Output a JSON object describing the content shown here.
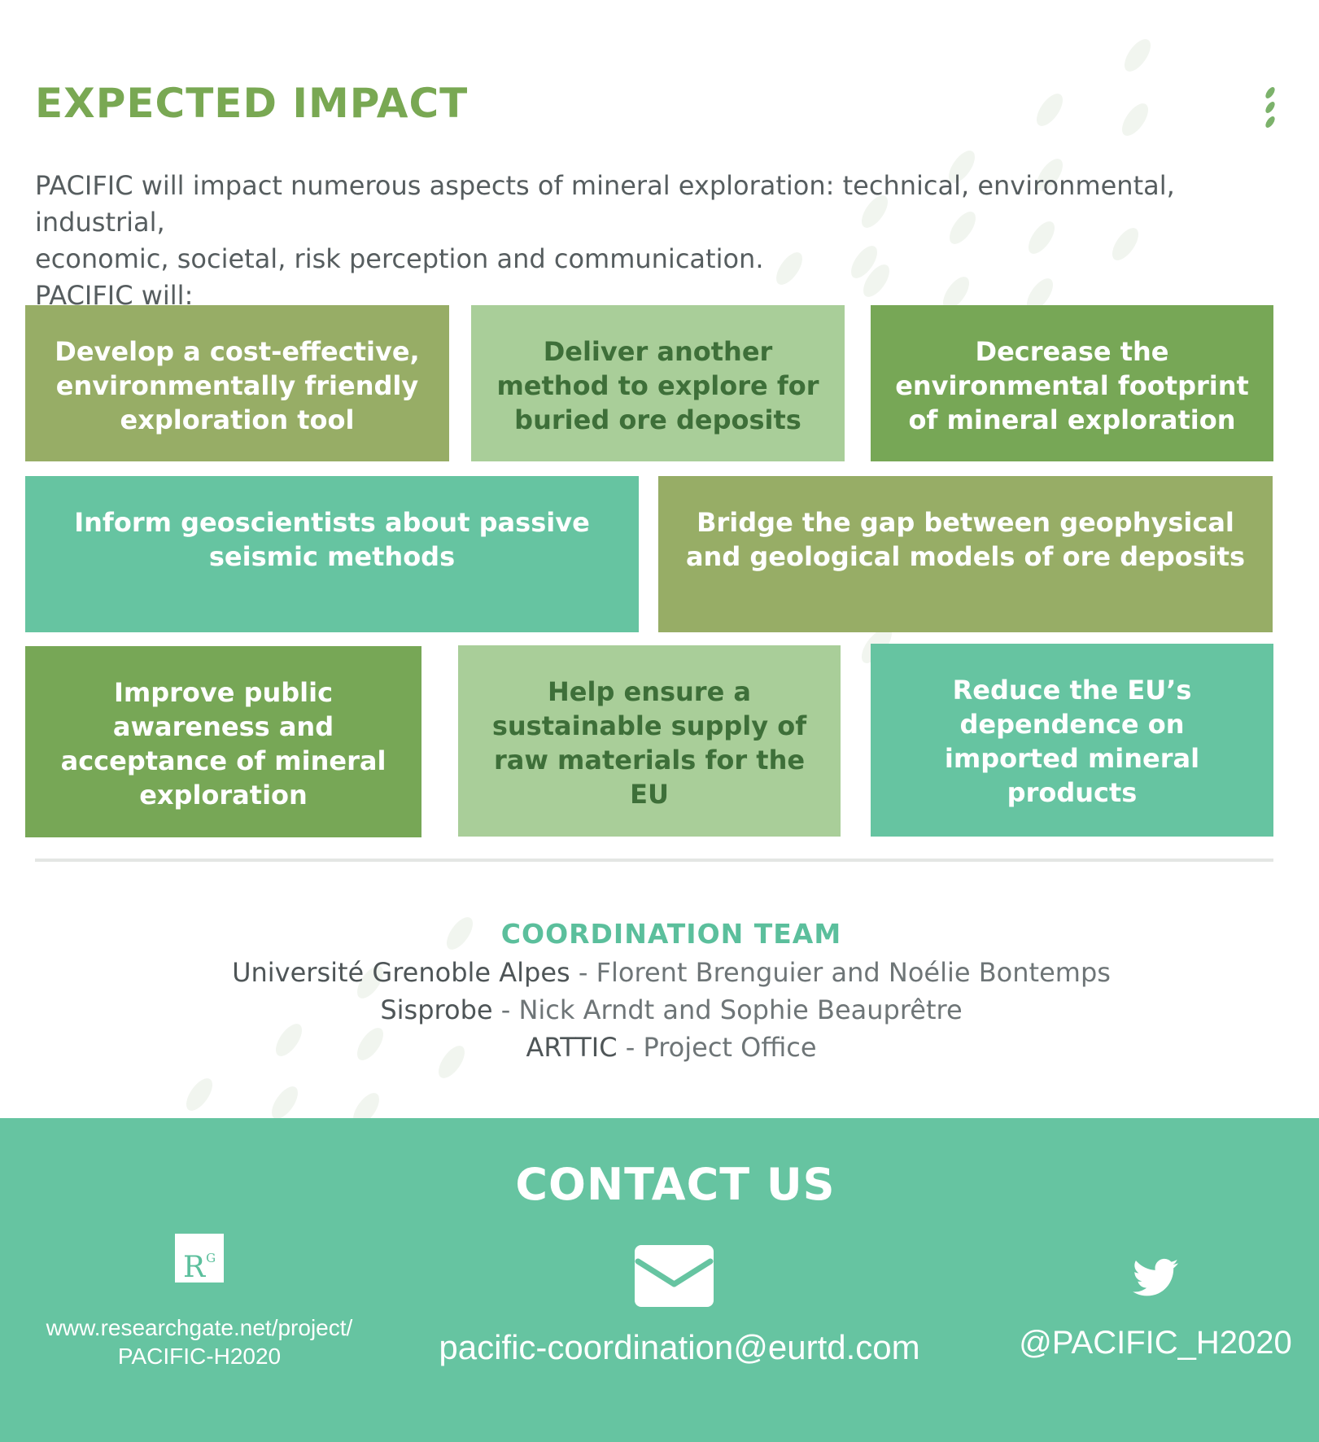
{
  "colors": {
    "heading_green": "#79a853",
    "body_gray": "#565d5f",
    "olive": "#97ad66",
    "light_green": "#a9ce99",
    "green": "#77a756",
    "teal": "#66c4a1",
    "coord_title": "#5bbf9c",
    "contact_bg": "#66c4a1"
  },
  "impact": {
    "title": "EXPECTED IMPACT",
    "intro_line1": "PACIFIC will impact numerous aspects of mineral exploration: technical, environmental, industrial,",
    "intro_line2": "economic, societal, risk perception and communication.",
    "intro_line3": "PACIFIC will:",
    "boxes": [
      {
        "text": "Develop a cost-effective, environmentally friendly exploration tool",
        "color": "olive"
      },
      {
        "text": "Deliver another method to explore for buried ore deposits",
        "color": "light_green"
      },
      {
        "text": "Decrease the environmental footprint of mineral exploration",
        "color": "green"
      },
      {
        "text": "Inform geoscientists about passive seismic methods",
        "color": "teal"
      },
      {
        "text": "Bridge the gap between geophysical and geological models of ore deposits",
        "color": "olive"
      },
      {
        "text": "Improve public awareness and acceptance of mineral exploration",
        "color": "green"
      },
      {
        "text": "Help ensure a sustainable supply of raw materials for the EU",
        "color": "light_green"
      },
      {
        "text": "Reduce the EU’s dependence on imported mineral products",
        "color": "teal"
      }
    ]
  },
  "coordination": {
    "title": "COORDINATION TEAM",
    "members": [
      {
        "org": "Université Grenoble Alpes",
        "people": "Florent Brenguier and Noélie Bontemps"
      },
      {
        "org": "Sisprobe",
        "people": "Nick Arndt and Sophie Beauprêtre"
      },
      {
        "org": "ARTTIC",
        "people": "Project Office"
      }
    ],
    "separator": " - "
  },
  "contact": {
    "title": "CONTACT US",
    "researchgate": {
      "icon": "researchgate-icon",
      "icon_letter": "R",
      "icon_sup": "G",
      "line1": "www.researchgate.net/project/",
      "line2": "PACIFIC-H2020"
    },
    "email": {
      "icon": "envelope-icon",
      "address": "pacific-coordination@eurtd.com"
    },
    "twitter": {
      "icon": "twitter-bird-icon",
      "handle": "@PACIFIC_H2020"
    }
  }
}
